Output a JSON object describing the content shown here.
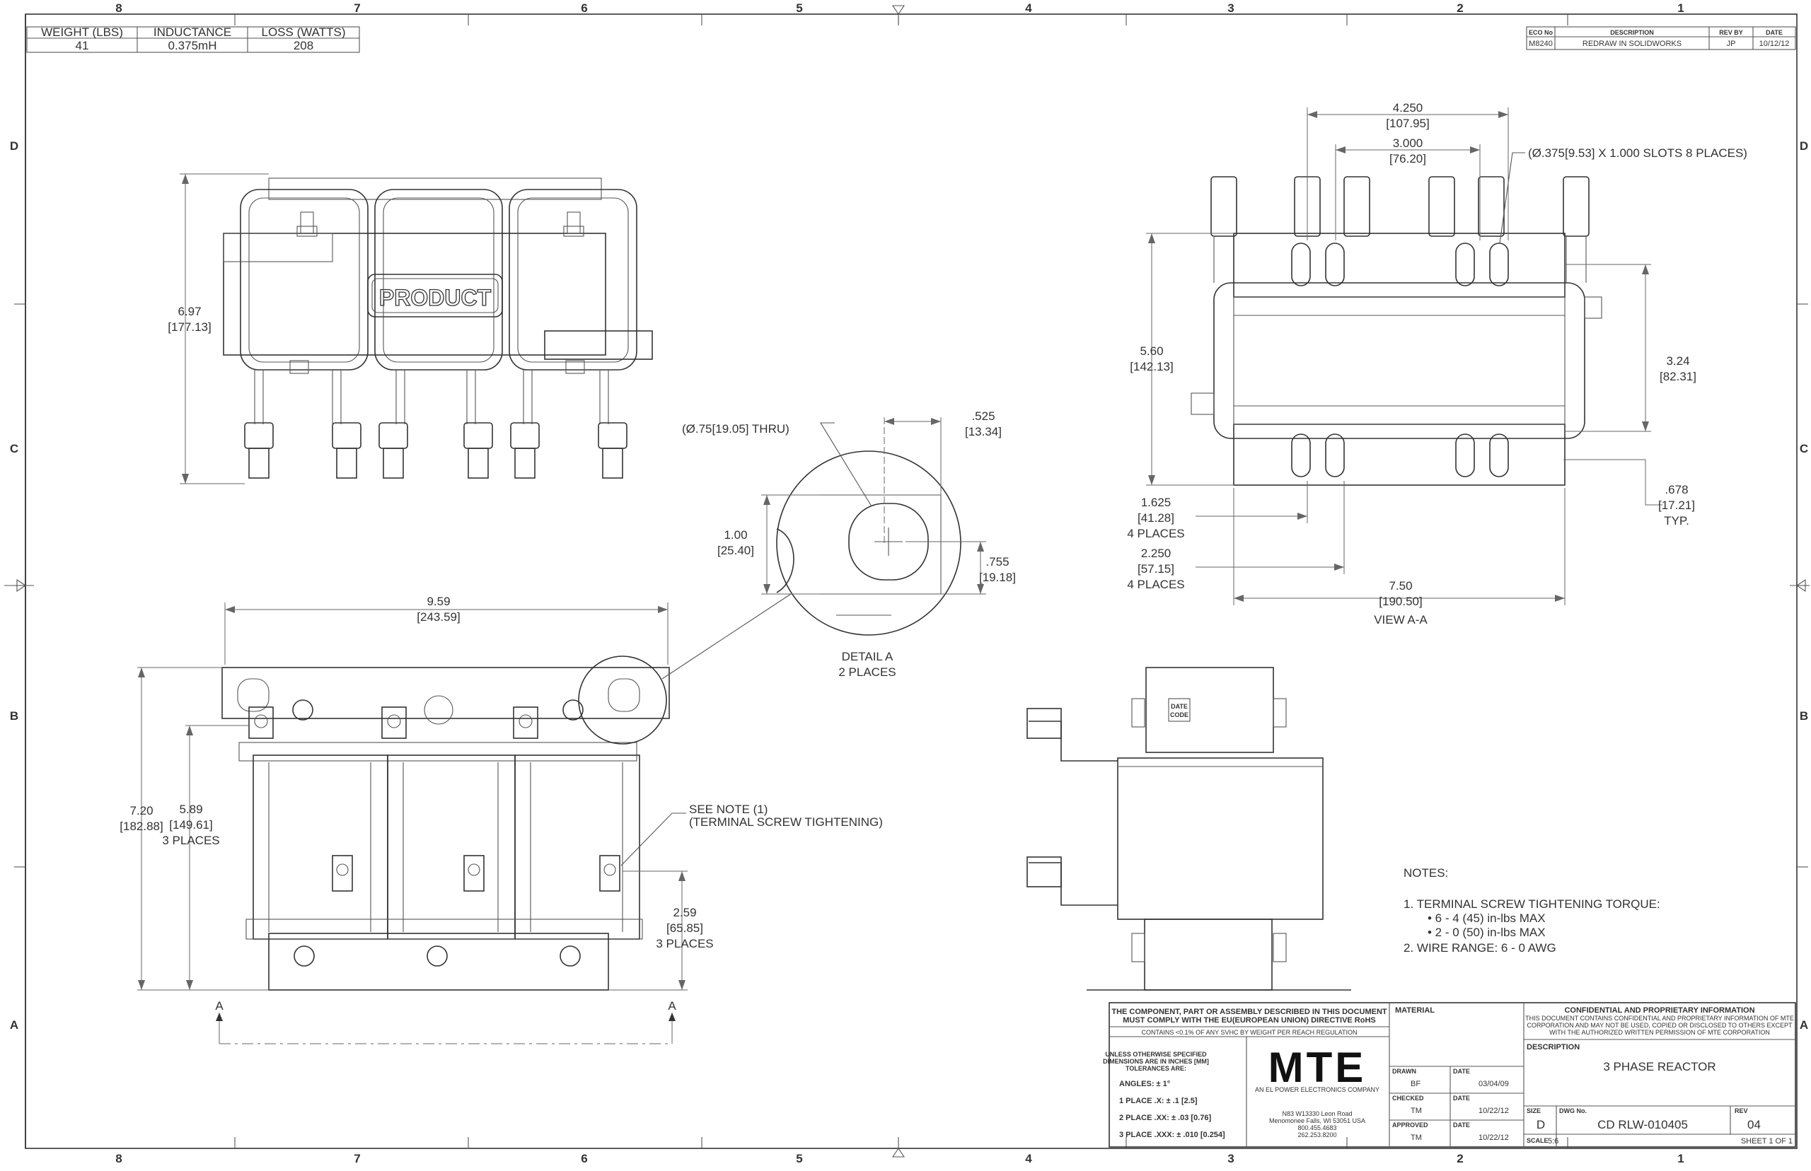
{
  "zones": {
    "columns": [
      "8",
      "7",
      "6",
      "5",
      "4",
      "3",
      "2",
      "1"
    ],
    "rows": [
      "D",
      "C",
      "B",
      "A"
    ]
  },
  "spec_table": {
    "headers": [
      "WEIGHT (LBS)",
      "INDUCTANCE",
      "LOSS (WATTS)"
    ],
    "values": [
      "41",
      "0.375mH",
      "208"
    ]
  },
  "revision_table": {
    "headers": [
      "ECO No",
      "DESCRIPTION",
      "REV BY",
      "DATE"
    ],
    "row": [
      "M8240",
      "REDRAW IN SOLIDWORKS",
      "JP",
      "10/12/12"
    ]
  },
  "front_view": {
    "product_label": "PRODUCT",
    "height_in": "6.97",
    "height_mm": "[177.13]"
  },
  "side_view": {
    "width_in": "9.59",
    "width_mm": "[243.59]",
    "height_in": "7.20",
    "height_mm": "[182.88]",
    "coil_in": "5.89",
    "coil_mm": "[149.61]",
    "coil_places": "3 PLACES",
    "terminal_in": "2.59",
    "terminal_mm": "[65.85]",
    "terminal_places": "3 PLACES",
    "note_ref_1": "SEE NOTE (1)",
    "note_ref_2": "(TERMINAL SCREW TIGHTENING)",
    "section_mark": "A"
  },
  "detail_a": {
    "hole_callout": "(Ø.75[19.05] THRU)",
    "offset_in": ".525",
    "offset_mm": "[13.34]",
    "height_in": "1.00",
    "height_mm": "[25.40]",
    "center_in": ".755",
    "center_mm": "[19.18]",
    "title": "DETAIL A",
    "places": "2 PLACES"
  },
  "view_aa": {
    "outer_in": "4.250",
    "outer_mm": "[107.95]",
    "inner_in": "3.000",
    "inner_mm": "[76.20]",
    "slot_callout": "(Ø.375[9.53] X 1.000 SLOTS 8 PLACES)",
    "height_in": "5.60",
    "height_mm": "[142.13]",
    "slot_span_in": "3.24",
    "slot_span_mm": "[82.31]",
    "x1_in": "1.625",
    "x1_mm": "[41.28]",
    "x1_places": "4 PLACES",
    "x2_in": "2.250",
    "x2_mm": "[57.15]",
    "x2_places": "4 PLACES",
    "typ_in": ".678",
    "typ_mm": "[17.21]",
    "typ_label": "TYP.",
    "width_in": "7.50",
    "width_mm": "[190.50]",
    "title": "VIEW A-A"
  },
  "end_view": {
    "date_code": [
      "DATE",
      "CODE"
    ]
  },
  "notes": {
    "heading": "NOTES:",
    "lines": [
      "1.  TERMINAL SCREW TIGHTENING TORQUE:",
      "•   6 - 4 (45) in-lbs MAX",
      "•   2 - 0 (50) in-lbs MAX",
      "2.  WIRE RANGE: 6 - 0 AWG"
    ]
  },
  "title_block": {
    "rohs": [
      "THE COMPONENT, PART OR ASSEMBLY DESCRIBED IN THIS DOCUMENT",
      "MUST COMPLY WITH THE EU(EUROPEAN UNION) DIRECTIVE RoHS"
    ],
    "reach": "CONTAINS <0.1% OF ANY SVHC BY WEIGHT PER REACH REGULATION",
    "tolerance_head": [
      "UNLESS OTHERWISE SPECIFIED",
      "DIMENSIONS ARE IN INCHES [MM]",
      "TOLERANCES ARE:"
    ],
    "tolerances": [
      "ANGLES: ± 1°",
      "1 PLACE .X: ± .1 [2.5]",
      "2 PLACE .XX: ± .03 [0.76]",
      "3 PLACE .XXX: ± .010 [0.254]"
    ],
    "logo": "MTE",
    "logo_sub": "AN EL POWER ELECTRONICS COMPANY",
    "address": [
      "N83 W13330 Leon Road",
      "Menomonee Falls, WI 53051 USA",
      "800.455.4683",
      "262.253.8200"
    ],
    "material_label": "MATERIAL",
    "drawn_label": "DRAWN",
    "drawn_by": "BF",
    "drawn_date": "03/04/09",
    "checked_label": "CHECKED",
    "checked_by": "TM",
    "checked_date": "10/22/12",
    "approved_label": "APPROVED",
    "approved_by": "TM",
    "approved_date": "10/22/12",
    "date_label": "DATE",
    "confidential": [
      "CONFIDENTIAL AND PROPRIETARY INFORMATION",
      "THIS DOCUMENT CONTAINS CONFIDENTIAL AND PROPRIETARY INFORMATION OF MTE",
      "CORPORATION AND MAY NOT BE USED, COPIED OR DISCLOSED TO OTHERS EXCEPT",
      "WITH THE AUTHORIZED WRITTEN PERMISSION OF MTE CORPORATION"
    ],
    "description_label": "DESCRIPTION",
    "description": "3 PHASE REACTOR",
    "size_label": "SIZE",
    "size": "D",
    "dwg_label": "DWG No.",
    "dwg_no": "CD RLW-010405",
    "rev_label": "REV",
    "rev": "04",
    "scale_label": "SCALE",
    "scale": "5:6",
    "sheet": "SHEET 1  OF 1"
  }
}
